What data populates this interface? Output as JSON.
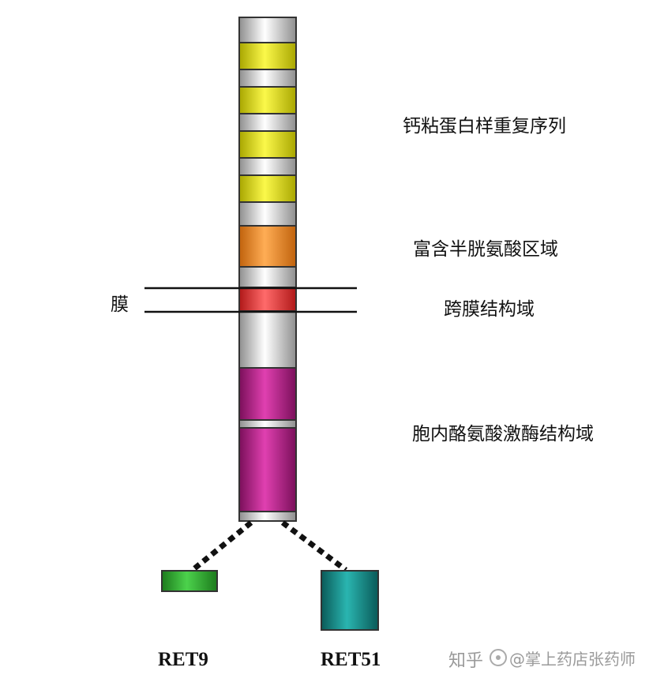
{
  "labels": {
    "calcium": "钙粘蛋白样重复序列",
    "cysteine": "富含半胱氨酸区域",
    "membrane": "膜",
    "transmembrane": "跨膜结构域",
    "kinase": "胞内酪氨酸激酶结构域"
  },
  "isoforms": {
    "ret9": "RET9",
    "ret51": "RET51"
  },
  "watermark": {
    "brand": "知乎",
    "author": "@掌上药店张药师"
  },
  "colors": {
    "cadherin": "#e8e600",
    "cysteine": "#f08a1e",
    "transmembrane": "#e83a3a",
    "kinase": "#c0208f",
    "linker": "#d9d9d9",
    "ret9": "#2ca02c",
    "ret51": "#0f8a88"
  }
}
